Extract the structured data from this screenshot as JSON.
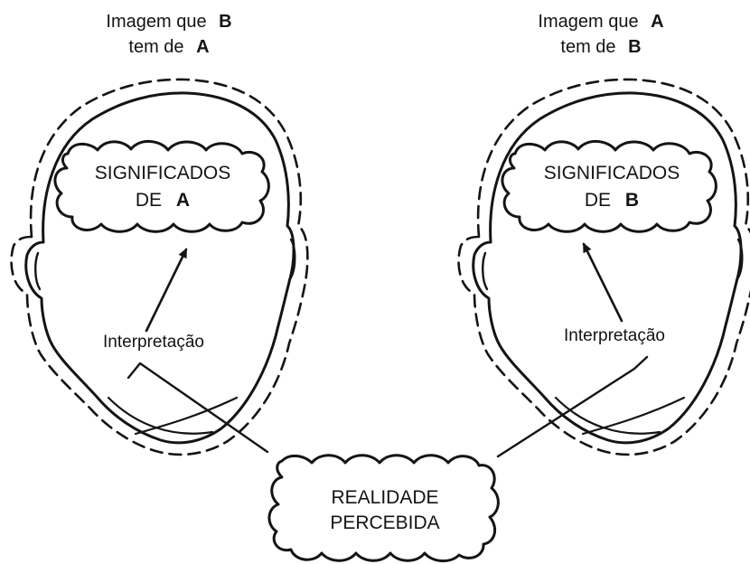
{
  "left_caption": {
    "line1_text": "Imagem que",
    "line1_letter": "B",
    "line2_text": "tem de",
    "line2_letter": "A"
  },
  "right_caption": {
    "line1_text": "Imagem que",
    "line1_letter": "A",
    "line2_text": "tem de",
    "line2_letter": "B"
  },
  "left_head": {
    "cloud_line1": "SIGNIFICADOS",
    "cloud_line2_text": "DE",
    "cloud_line2_letter": "A",
    "interpretation": "Interpretação"
  },
  "right_head": {
    "cloud_line1": "SIGNIFICADOS",
    "cloud_line2_text": "DE",
    "cloud_line2_letter": "B",
    "interpretation": "Interpretação"
  },
  "reality": {
    "line1": "REALIDADE",
    "line2": "PERCEBIDA"
  }
}
